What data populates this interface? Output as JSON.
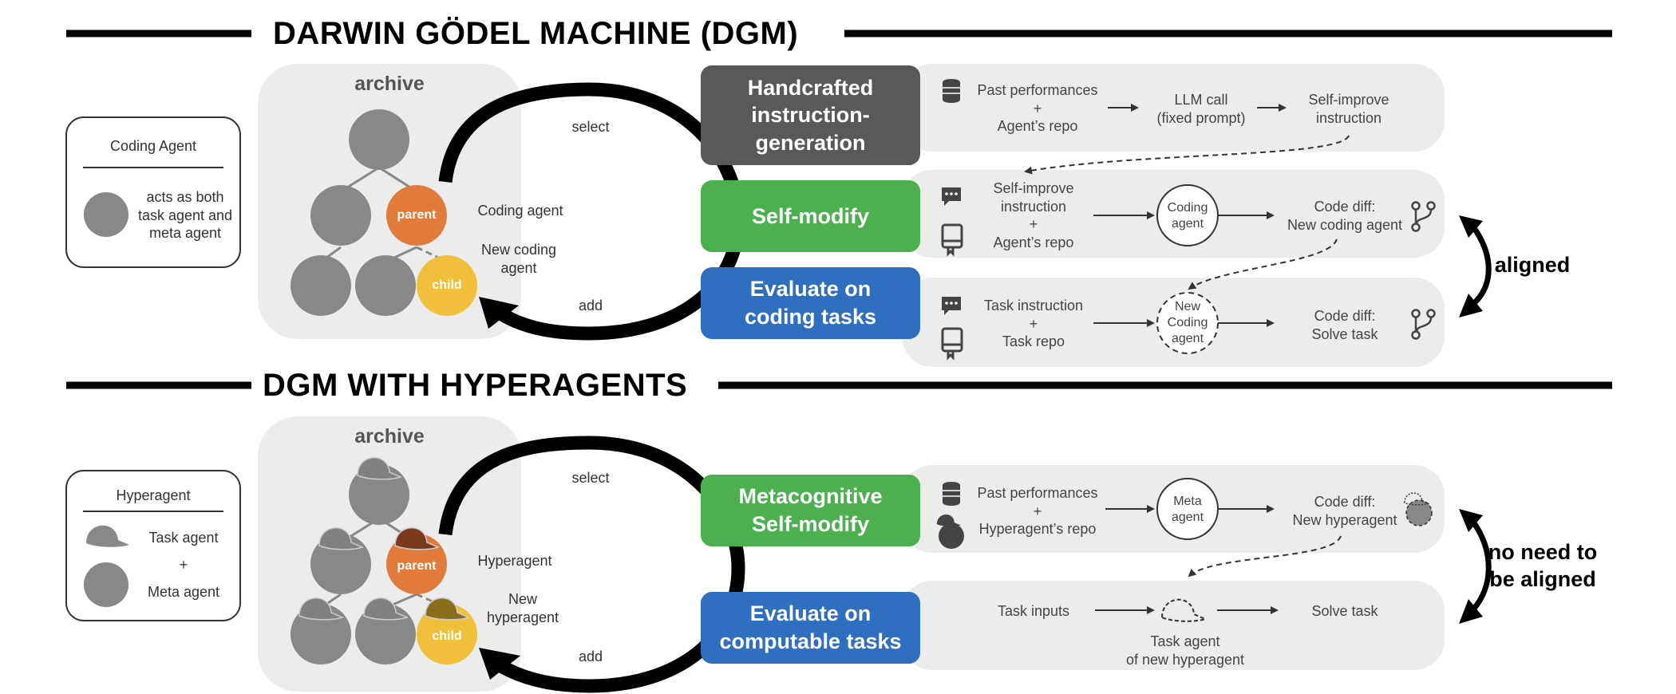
{
  "titles": {
    "top": "DARWIN GÖDEL MACHINE (DGM)",
    "bottom": "DGM WITH HYPERAGENTS"
  },
  "top": {
    "legend": {
      "title": "Coding Agent",
      "line1": "acts as both",
      "line2": "task agent and",
      "line3": "meta agent"
    },
    "archive": "archive",
    "nodes": {
      "parent": "parent",
      "child": "child"
    },
    "loop": {
      "select": "select",
      "add": "add",
      "coding_agent": "Coding agent",
      "new_line1": "New coding",
      "new_line2": "agent"
    },
    "boxes": {
      "handcrafted": {
        "line1": "Handcrafted",
        "line2": "instruction-",
        "line3": "generation"
      },
      "self_modify": "Self-modify",
      "evaluate": {
        "line1": "Evaluate on",
        "line2": "coding tasks"
      }
    },
    "row1": {
      "a1": "Past performances",
      "a2": "+",
      "a3": "Agent’s repo",
      "b1": "LLM call",
      "b2": "(fixed prompt)",
      "c1": "Self-improve",
      "c2": "instruction"
    },
    "row2": {
      "a1": "Self-improve",
      "a2": "instruction",
      "a3": "+",
      "a4": "Agent’s repo",
      "circle1": "Coding",
      "circle2": "agent",
      "c1": "Code diff:",
      "c2": "New coding agent"
    },
    "row3": {
      "a1": "Task instruction",
      "a2": "+",
      "a3": "Task repo",
      "circle1": "New",
      "circle2": "Coding",
      "circle3": "agent",
      "c1": "Code diff:",
      "c2": "Solve task"
    },
    "side_label": "aligned"
  },
  "bottom": {
    "legend": {
      "title": "Hyperagent",
      "task": "Task agent",
      "plus": "+",
      "meta": "Meta agent"
    },
    "archive": "archive",
    "nodes": {
      "parent": "parent",
      "child": "child"
    },
    "loop": {
      "select": "select",
      "add": "add",
      "hyperagent": "Hyperagent",
      "new_line1": "New",
      "new_line2": "hyperagent"
    },
    "boxes": {
      "meta": {
        "line1": "Metacognitive",
        "line2": "Self-modify"
      },
      "evaluate": {
        "line1": "Evaluate on",
        "line2": "computable tasks"
      }
    },
    "row1": {
      "a1": "Past performances",
      "a2": "+",
      "a3": "Hyperagent’s repo",
      "circle1": "Meta",
      "circle2": "agent",
      "c1": "Code diff:",
      "c2": "New hyperagent"
    },
    "row2": {
      "a1": "Task inputs",
      "cap1": "Task agent",
      "cap2": "of new hyperagent",
      "c1": "Solve task"
    },
    "side_line1": "no need to",
    "side_line2": "be aligned"
  },
  "colors": {
    "dark_box": "#595959",
    "green_box": "#4caf50",
    "blue_box": "#2f6fbf",
    "parent": "#e07b3c",
    "child": "#f0bf3c",
    "node_gray": "#888888",
    "panel": "#ececec"
  },
  "icons": [
    "database-icon",
    "chat-icon",
    "repo-icon",
    "branch-icon",
    "cap-icon",
    "hyperagent-icon"
  ]
}
